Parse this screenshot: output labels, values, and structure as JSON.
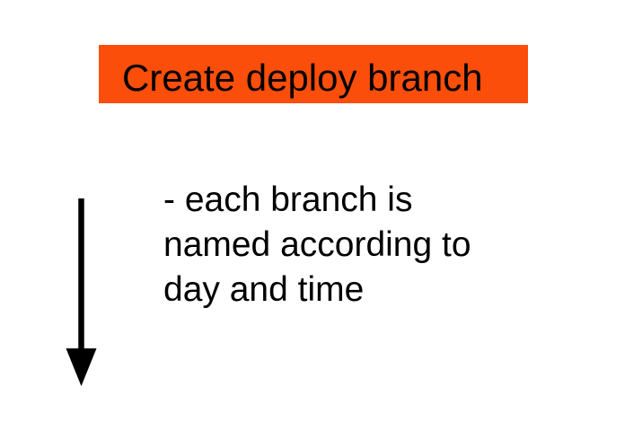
{
  "slide": {
    "background_color": "#ffffff",
    "title_box": {
      "label": "Create deploy branch",
      "bg_color": "#fa4e0a",
      "text_color": "#000000"
    },
    "arrow": {
      "direction": "down",
      "color": "#000000"
    },
    "note": {
      "lines": [
        "- each branch is",
        "named according to",
        "day and time"
      ]
    }
  }
}
